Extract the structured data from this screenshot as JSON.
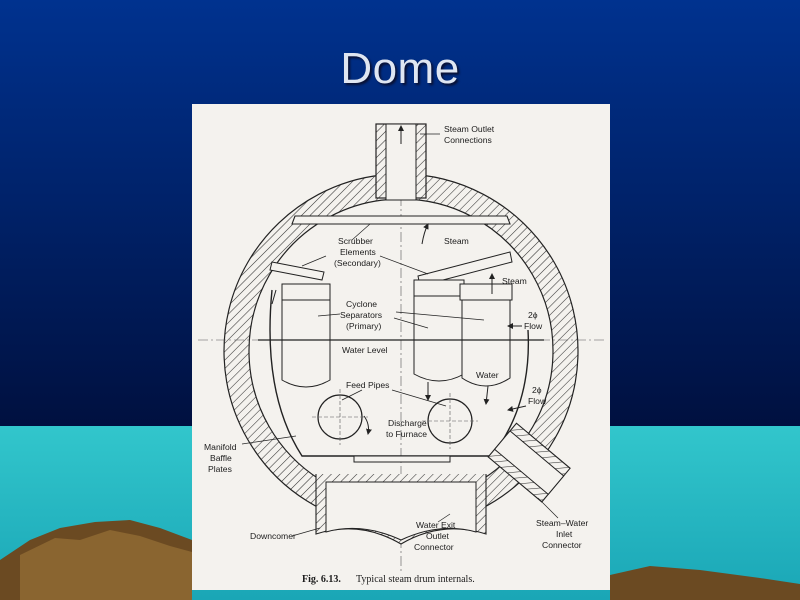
{
  "slide": {
    "title": "Dome",
    "colors": {
      "sky_top": "#00328f",
      "sky_bottom": "#00103f",
      "sea": "#2bbcc4",
      "land": "#6b4a22"
    }
  },
  "figure": {
    "caption_num": "Fig. 6.13.",
    "caption_text": "Typical steam drum internals.",
    "labels": {
      "steam_outlet_1": "Steam Outlet",
      "steam_outlet_2": "Connections",
      "scrubber_1": "Scrubber",
      "scrubber_2": "Elements",
      "scrubber_3": "(Secondary)",
      "steam_a": "Steam",
      "steam_b": "Steam",
      "cyclone_1": "Cyclone",
      "cyclone_2": "Separators",
      "cyclone_3": "(Primary)",
      "twophase_a_1": "2ϕ",
      "twophase_a_2": "Flow",
      "water_level": "Water Level",
      "water": "Water",
      "feed_pipes": "Feed Pipes",
      "twophase_b_1": "2ϕ",
      "twophase_b_2": "Flow",
      "discharge_1": "Discharge",
      "discharge_2": "to Furnace",
      "manifold_1": "Manifold",
      "manifold_2": "Baffle",
      "manifold_3": "Plates",
      "downcomer": "Downcomer",
      "water_exit_1": "Water Exit",
      "water_exit_2": "Outlet",
      "water_exit_3": "Connector",
      "sw_inlet_1": "Steam–Water",
      "sw_inlet_2": "Inlet",
      "sw_inlet_3": "Connector"
    }
  }
}
